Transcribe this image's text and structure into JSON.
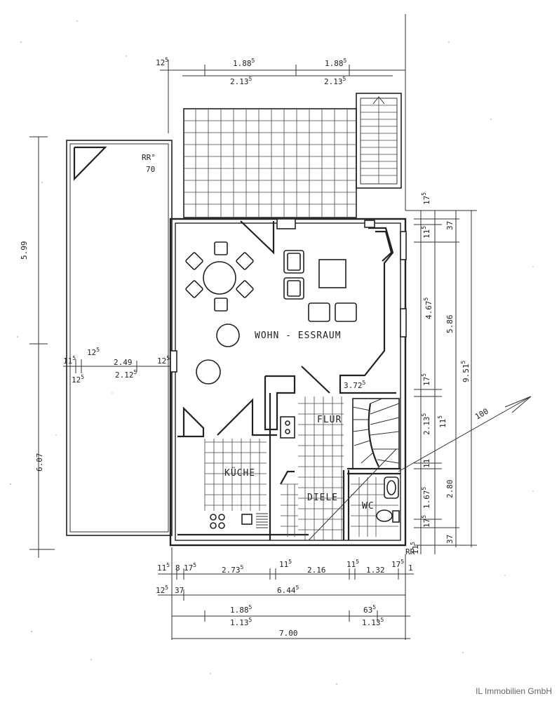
{
  "rooms": {
    "living": "WOHN - ESSRAUM",
    "hall": "FLUR",
    "kitchen": "KÜCHE",
    "entry": "DIELE",
    "wc": "WC"
  },
  "labels": {
    "rr_balcony": "RR°",
    "rr_balcony_num": "70",
    "rr_bottom": "RR",
    "stair_value": "3.72",
    "stair_sup": "5",
    "slope_label": "100"
  },
  "dims": {
    "top_a1": "1.88",
    "top_a1_sup": "5",
    "top_a2": "2.13",
    "top_a2_sup": "5",
    "top_b1": "1.88",
    "top_b1_sup": "5",
    "top_b2": "2.13",
    "top_b2_sup": "5",
    "top_left": "12",
    "top_left_sup": "5",
    "left_upper": "5.99",
    "left_lower": "6.07",
    "mid_11": "11",
    "mid_11_sup": "5",
    "mid_12": "12",
    "mid_12_sup": "5",
    "mid_a": "2.49",
    "mid_b": "2.12",
    "mid_b_sup": "5",
    "mid_right": "12",
    "mid_right_sup": "5",
    "mid_left_bottom": "12",
    "mid_left_bottom_sup": "5",
    "r_175a": "17",
    "r_175a_sup": "5",
    "r_115a": "11",
    "r_115a_sup": "5",
    "r_37a": "37",
    "r_4675": "4.67",
    "r_4675_sup": "5",
    "r_586": "5.86",
    "r_9515": "9.51",
    "r_9515_sup": "5",
    "r_175b": "17",
    "r_175b_sup": "5",
    "r_2135": "2.13",
    "r_2135_sup": "5",
    "r_115b": "11",
    "r_115b_sup": "5",
    "r_11": "11",
    "r_280": "2.80",
    "r_1675": "1.67",
    "r_1675_sup": "5",
    "r_175c": "17",
    "r_175c_sup": "5",
    "r_115c": "11",
    "r_115c_sup": "5",
    "r_37b": "37",
    "b1_115a": "11",
    "b1_115a_sup": "5",
    "b1_8": "8",
    "b1_175a": "17",
    "b1_175a_sup": "5",
    "b1_2735": "2.73",
    "b1_2735_sup": "5",
    "b1_115b": "11",
    "b1_115b_sup": "5",
    "b1_216": "2.16",
    "b1_115c": "11",
    "b1_115c_sup": "5",
    "b1_132": "1.32",
    "b1_175b": "17",
    "b1_175b_sup": "5",
    "b1_1": "1",
    "b2_125": "12",
    "b2_125_sup": "5",
    "b2_37": "37",
    "b2_6445": "6.44",
    "b2_6445_sup": "5",
    "b3_1885": "1.88",
    "b3_1885_sup": "5",
    "b3_1135a": "1.13",
    "b3_1135a_sup": "5",
    "b3_635": "63",
    "b3_635_sup": "5",
    "b3_1135b": "1.13",
    "b3_1135b_sup": "5",
    "b4_700": "7.00"
  },
  "watermark": "IL Immobilien GmbH"
}
